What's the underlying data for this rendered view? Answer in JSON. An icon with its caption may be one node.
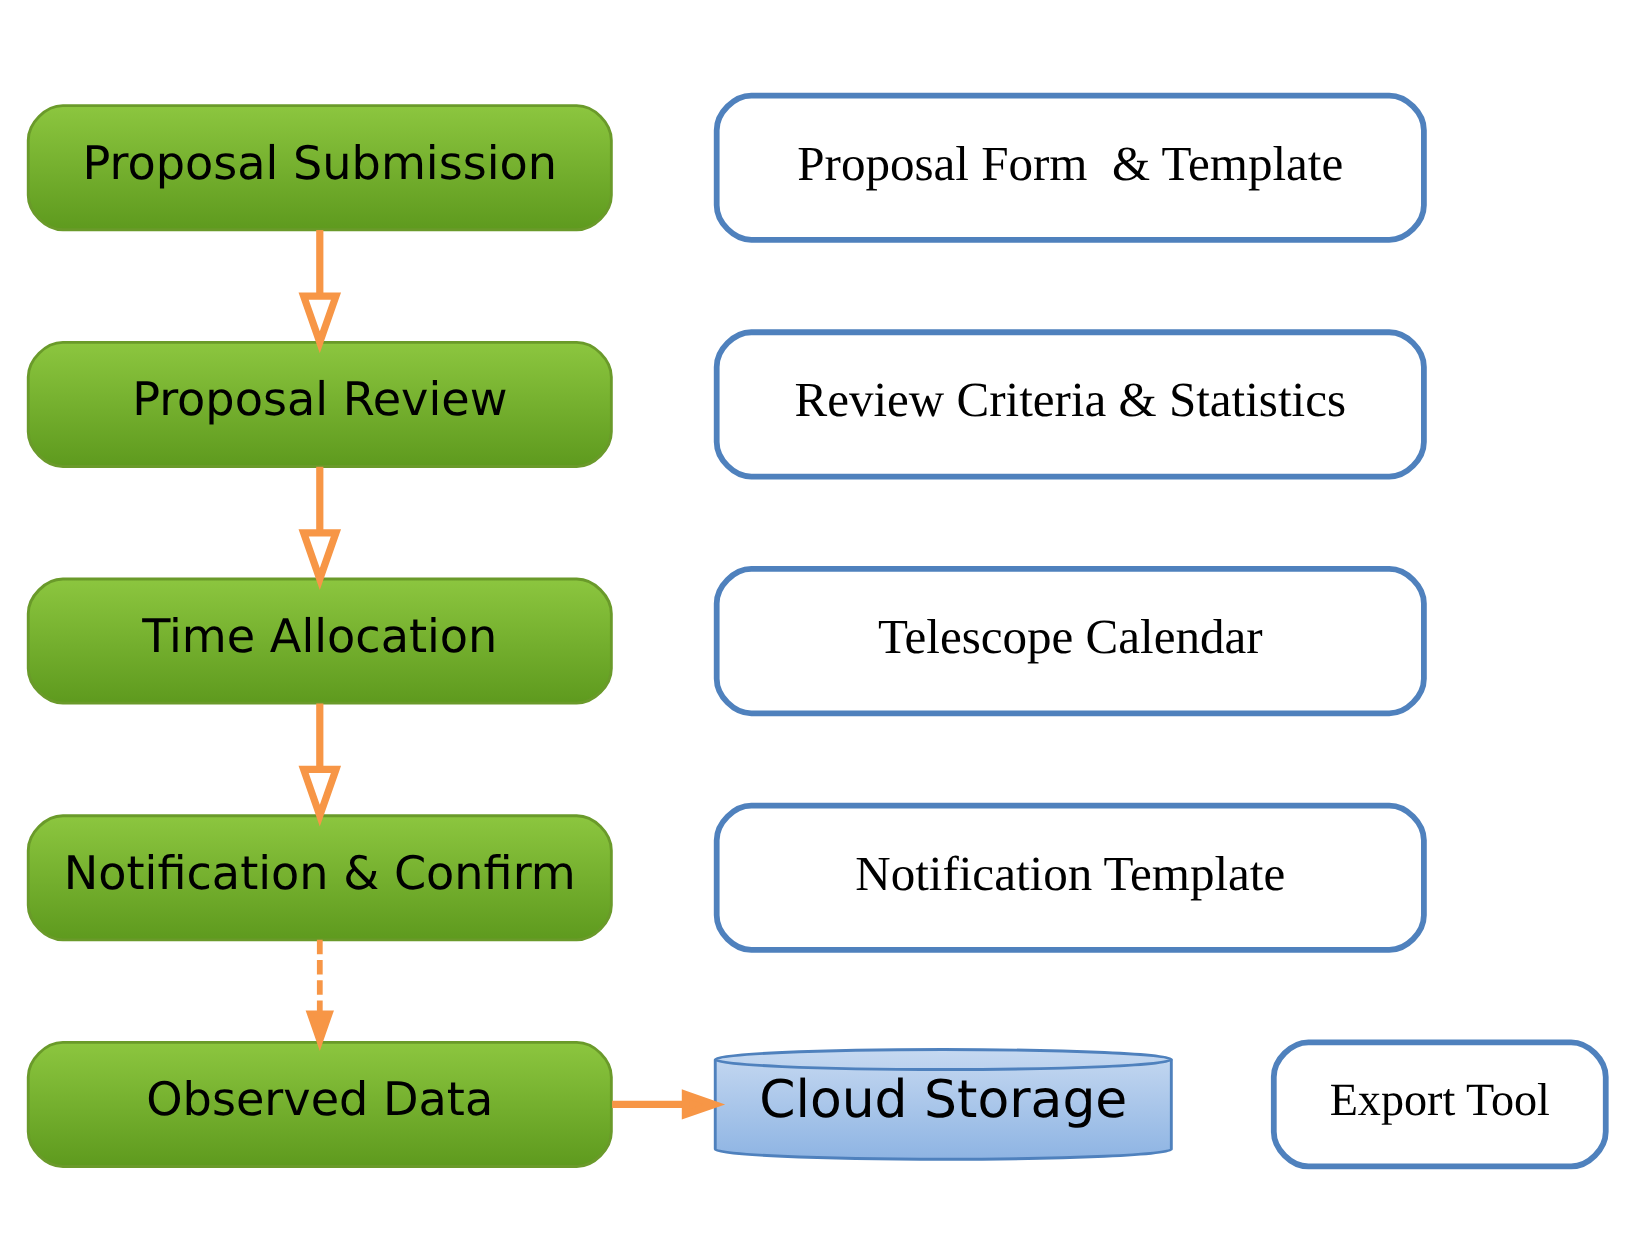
{
  "diagram": {
    "nodes": [
      {
        "text": [
          "Proposal Submission"
        ]
      },
      {
        "text": [
          "Proposal Form  & Template"
        ]
      },
      {
        "text": [
          "Proposal Review"
        ]
      },
      {
        "text": [
          "Review Criteria & Statistics"
        ]
      },
      {
        "text": [
          "Time Allocation"
        ]
      },
      {
        "text": [
          "Telescope Calendar"
        ]
      },
      {
        "text": [
          "Notification & Confirm"
        ]
      },
      {
        "text": [
          "Notification Template"
        ]
      },
      {
        "text": [
          "Observed Data"
        ]
      },
      {
        "text": [
          "Export Tool"
        ]
      },
      {
        "text": [
          "Cloud Storage"
        ]
      }
    ],
    "edges": [
      {
        "from": 0,
        "to": 2,
        "arrow": "to"
      },
      {
        "from": 2,
        "to": 4,
        "arrow": "to"
      },
      {
        "from": 4,
        "to": 6,
        "arrow": "to"
      },
      {
        "from": 6,
        "to": 8,
        "arrow": "to",
        "style": "dashed"
      },
      {
        "from": 8,
        "to": 10,
        "arrow": "to"
      }
    ]
  }
}
